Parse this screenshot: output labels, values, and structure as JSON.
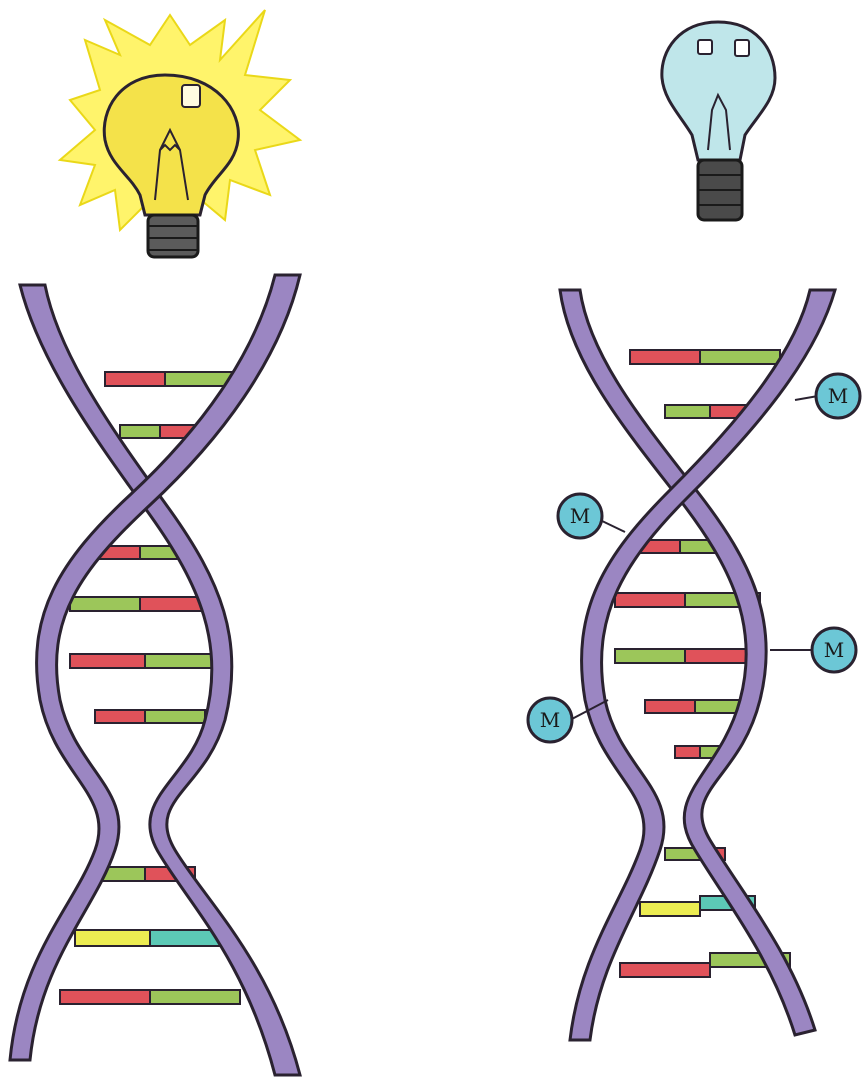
{
  "panels": [
    {
      "name": "active-gene",
      "bulb_state": "lit",
      "bulb_color": "#f4e24a",
      "glow_color": "#fff35c",
      "methyl_groups": []
    },
    {
      "name": "silenced-gene",
      "bulb_state": "unlit",
      "bulb_color": "#bfe6ea",
      "glow_color": "",
      "methyl_groups": [
        {
          "label": "M",
          "side": "right"
        },
        {
          "label": "M",
          "side": "left"
        },
        {
          "label": "M",
          "side": "right"
        },
        {
          "label": "M",
          "side": "left"
        }
      ]
    }
  ],
  "colors": {
    "backbone": "#9b86c2",
    "backbone_outline": "#2a2230",
    "base_red": "#e0525a",
    "base_green": "#9cc65a",
    "base_yellow": "#ecec52",
    "base_teal": "#5cc9b6",
    "methyl_fill": "#6cc7d6"
  }
}
